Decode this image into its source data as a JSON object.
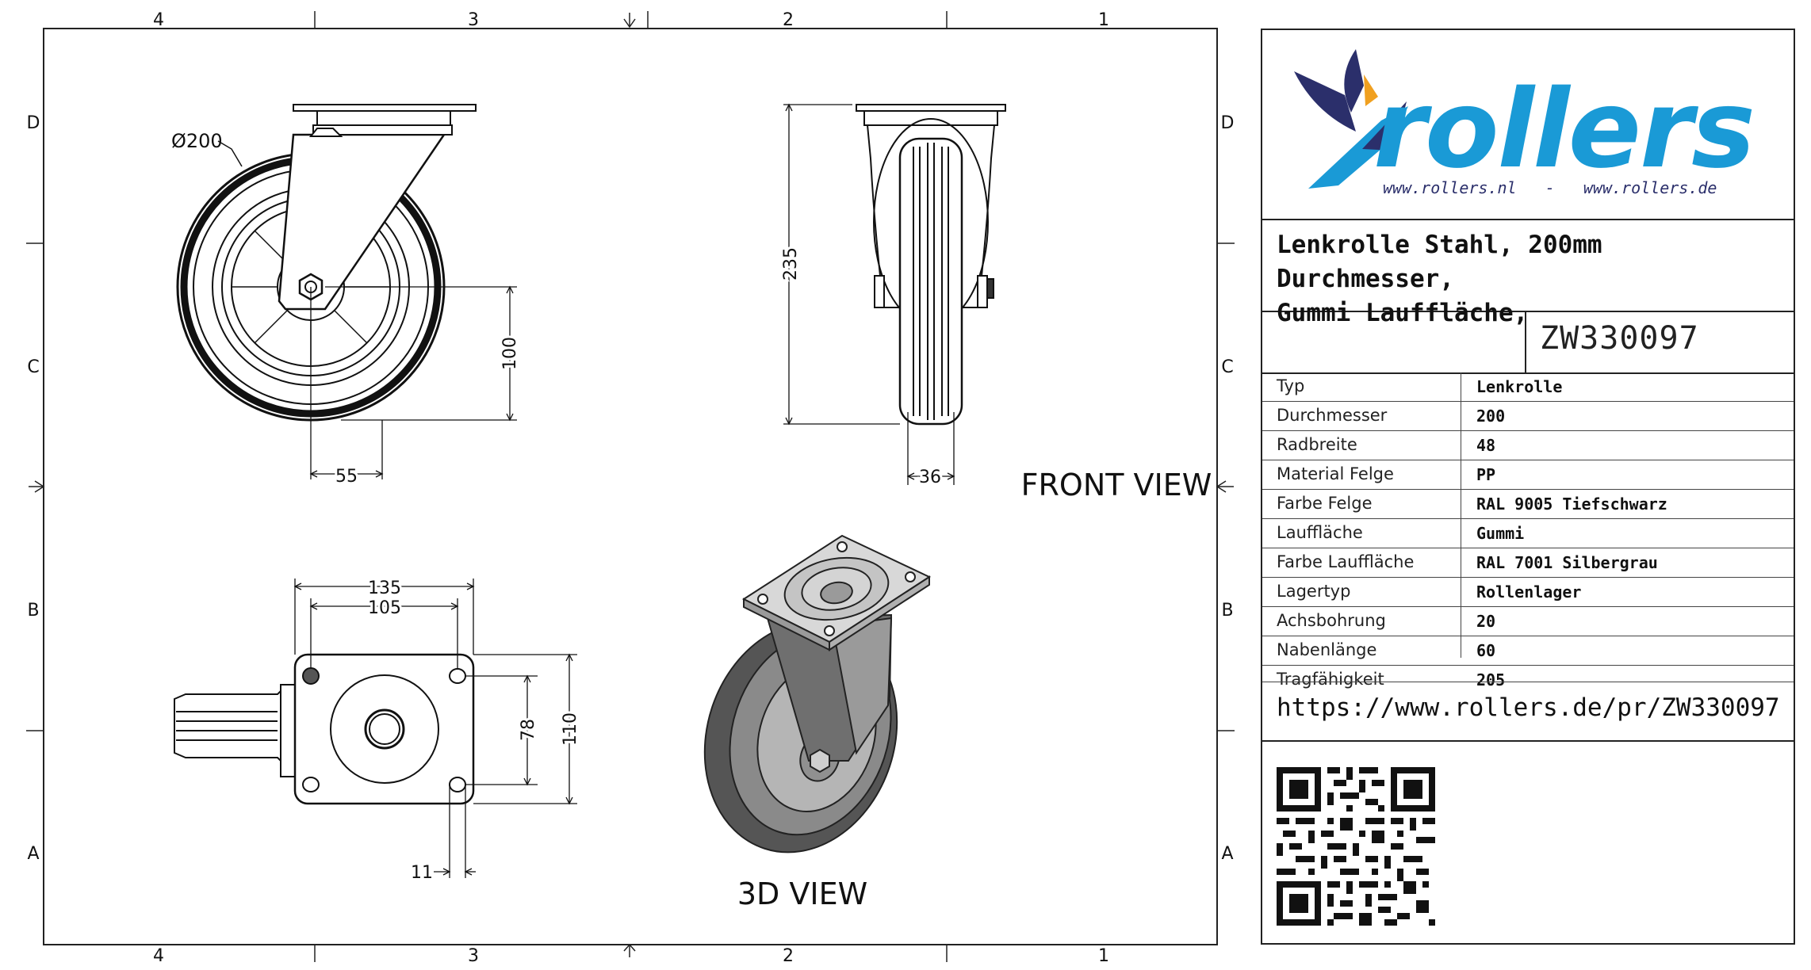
{
  "border": {
    "columns_top": [
      "4",
      "3",
      "2",
      "1"
    ],
    "columns_bottom": [
      "4",
      "3",
      "2",
      "1"
    ],
    "rows_left": [
      "D",
      "C",
      "B",
      "A"
    ],
    "rows_right": [
      "D",
      "C",
      "B",
      "A"
    ]
  },
  "views": {
    "side_view": {
      "diameter": "Ø200",
      "height": "100",
      "offset": "55"
    },
    "front_view": {
      "label": "FRONT VIEW",
      "height": "235",
      "width": "36"
    },
    "top_view": {
      "plate_width": "135",
      "hole_spacing_x": "105",
      "hole_spacing_y": "78",
      "plate_depth": "110",
      "hole_dia": "11"
    },
    "iso_view": {
      "label": "3D VIEW"
    }
  },
  "title_block": {
    "logo_text": "rollers",
    "websites": "www.rollers.nl   -   www.rollers.de",
    "title": "Lenkrolle Stahl, 200mm Durchmesser,\nGummi Lauffläche,",
    "part_number": "ZW330097",
    "specs": [
      {
        "key": "Typ",
        "value": "Lenkrolle"
      },
      {
        "key": "Durchmesser",
        "value": "200"
      },
      {
        "key": "Radbreite",
        "value": "48"
      },
      {
        "key": "Material Felge",
        "value": "PP"
      },
      {
        "key": "Farbe Felge",
        "value": "RAL 9005 Tiefschwarz"
      },
      {
        "key": "Lauffläche",
        "value": "Gummi"
      },
      {
        "key": "Farbe Lauffläche",
        "value": "RAL 7001 Silbergrau"
      },
      {
        "key": "Lagertyp",
        "value": "Rollenlager"
      },
      {
        "key": "Achsbohrung",
        "value": "20"
      },
      {
        "key": "Nabenlänge",
        "value": "60"
      },
      {
        "key": "Tragfähigkeit",
        "value": "205"
      }
    ],
    "url": "https://www.rollers.de/pr/ZW330097"
  },
  "colors": {
    "logo_blue": "#1a9ad6",
    "logo_navy": "#2b2f6b",
    "logo_orange": "#f0a020"
  }
}
